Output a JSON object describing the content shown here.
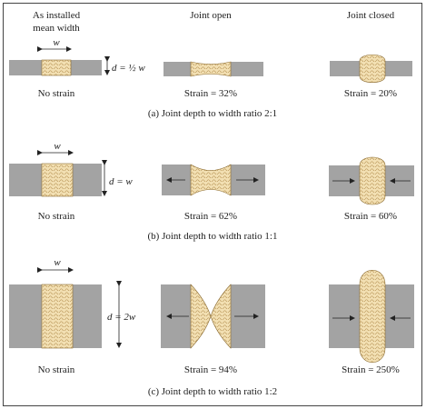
{
  "colors": {
    "block": "#a3a3a3",
    "sealant": "#f2dfb2",
    "sealant_line": "#b08a4a",
    "frame": "#444444",
    "arrow": "#222222"
  },
  "headers": {
    "as_installed_line1": "As installed",
    "as_installed_line2": "mean width",
    "joint_open": "Joint open",
    "joint_closed": "Joint closed"
  },
  "panels": [
    {
      "id": "a",
      "width_symbol": "w",
      "depth_label": "d = ½ w",
      "labels": [
        "No strain",
        "Strain = 32%",
        "Strain = 20%"
      ],
      "caption": "(a)  Joint depth to width ratio 2:1"
    },
    {
      "id": "b",
      "width_symbol": "w",
      "depth_label": "d = w",
      "labels": [
        "No strain",
        "Strain = 62%",
        "Strain = 60%"
      ],
      "caption": "(b)  Joint depth to width ratio 1:1"
    },
    {
      "id": "c",
      "width_symbol": "w",
      "depth_label": "d = 2w",
      "labels": [
        "No strain",
        "Strain = 94%",
        "Strain = 250%"
      ],
      "caption": "(c)  Joint depth to width ratio 1:2"
    }
  ]
}
